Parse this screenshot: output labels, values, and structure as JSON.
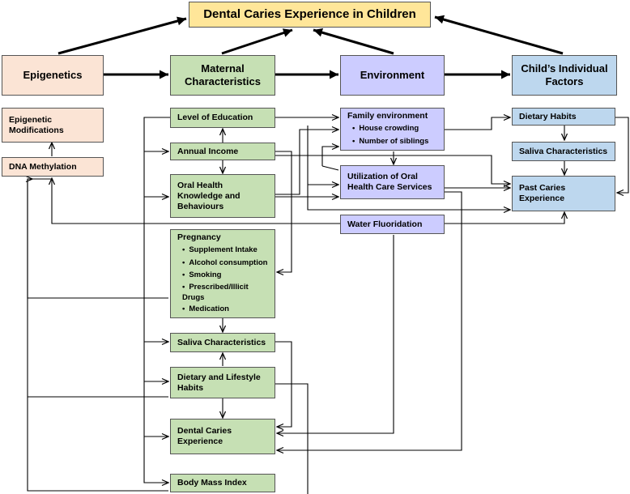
{
  "title": "Dental Caries Experience in Children",
  "categories": {
    "epigenetics": "Epigenetics",
    "maternal": "Maternal Characteristics",
    "environment": "Environment",
    "child": "Child’s Individual Factors"
  },
  "epigenetics": {
    "modifications": "Epigenetic Modifications",
    "methylation": "DNA Methylation"
  },
  "maternal": {
    "education": "Level of Education",
    "income": "Annual Income",
    "knowledge": "Oral Health Knowledge and Behaviours",
    "pregnancy": {
      "title": "Pregnancy",
      "items": [
        "Supplement Intake",
        "Alcohol consumption",
        "Smoking",
        "Prescribed/Illicit Drugs",
        "Medication"
      ]
    },
    "saliva": "Saliva Characteristics",
    "dietary": "Dietary and Lifestyle Habits",
    "caries": "Dental Caries Experience",
    "bmi": "Body Mass Index"
  },
  "environment": {
    "family": {
      "title": "Family environment",
      "items": [
        "House crowding",
        "Number of siblings"
      ]
    },
    "utilization": "Utilization of Oral Health Care Services",
    "fluoridation": "Water Fluoridation"
  },
  "child": {
    "dietary": "Dietary Habits",
    "saliva": "Saliva Characteristics",
    "past_caries": "Past Caries Experience"
  },
  "colors": {
    "title_fill": "#ffe699",
    "epigenetic_fill": "#fbe4d5",
    "maternal_fill": "#c6e0b4",
    "environment_fill": "#ccccff",
    "child_fill": "#bdd7ee",
    "line": "#000000"
  }
}
